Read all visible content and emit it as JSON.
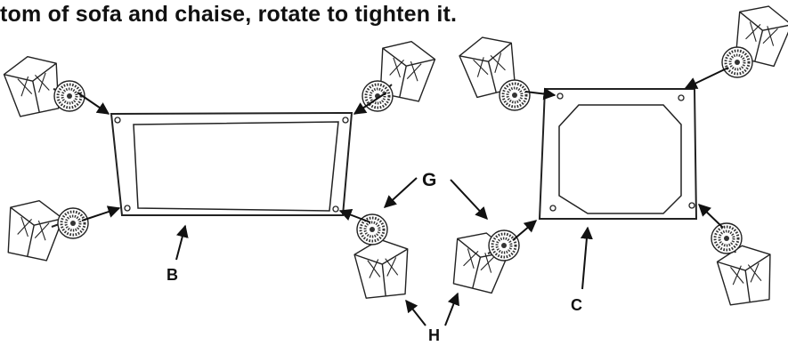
{
  "caption": "tom of sofa and chaise, rotate to tighten it.",
  "labels": {
    "b": "B",
    "c": "C",
    "g": "G",
    "h": "H"
  }
}
